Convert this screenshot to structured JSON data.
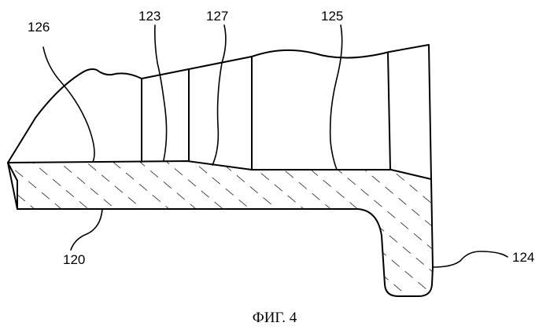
{
  "figure": {
    "caption": "ФИГ. 4",
    "reference_labels": {
      "r126": "126",
      "r123": "123",
      "r127": "127",
      "r125": "125",
      "r120": "120",
      "r124": "124"
    },
    "colors": {
      "line": "#000000",
      "background": "#ffffff"
    }
  }
}
